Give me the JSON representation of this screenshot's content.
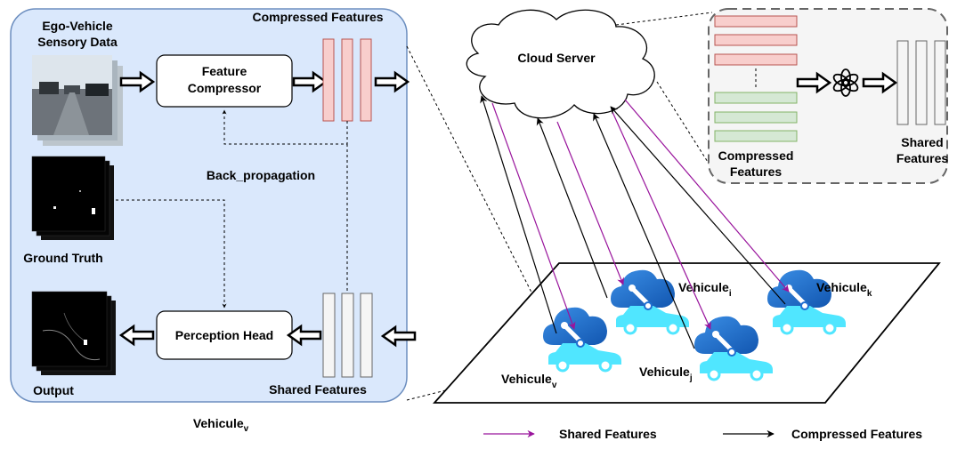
{
  "vehicle_panel": {
    "ego_title_line1": "Ego-Vehicle",
    "ego_title_line2": "Sensory Data",
    "compressed_label": "Compressed Features",
    "feature_compressor_line1": "Feature",
    "feature_compressor_line2": "Compressor",
    "back_propagation": "Back_propagation",
    "ground_truth": "Ground Truth",
    "perception_head": "Perception Head",
    "shared_label": "Shared Features",
    "output": "Output",
    "vehicle_name": "Vehicule",
    "vehicle_sub": "v"
  },
  "cloud": {
    "label": "Cloud Server"
  },
  "inset": {
    "compressed_line1": "Compressed",
    "compressed_line2": "Features",
    "shared_line1": "Shared",
    "shared_line2": "Features",
    "model_icon": "openai-logo-icon"
  },
  "vehicles": [
    {
      "name": "Vehicule",
      "sub": "v"
    },
    {
      "name": "Vehicule",
      "sub": "i"
    },
    {
      "name": "Vehicule",
      "sub": "j"
    },
    {
      "name": "Vehicule",
      "sub": "k"
    }
  ],
  "legend": {
    "shared": "Shared Features",
    "compressed": "Compressed Features"
  },
  "colors": {
    "panel_fill": "#dae8fc",
    "panel_stroke": "#6c8ebf",
    "compressed_fill": "#f8cecc",
    "compressed_stroke": "#b85450",
    "shared_fill": "#f5f5f5",
    "inset_green_fill": "#d5e8d4",
    "inset_green_stroke": "#82b366",
    "shared_arrow": "#99149c",
    "compressed_arrow": "#000000",
    "car_cyan": "#50e6ff",
    "cloud_blue": "#1e6fd1"
  }
}
